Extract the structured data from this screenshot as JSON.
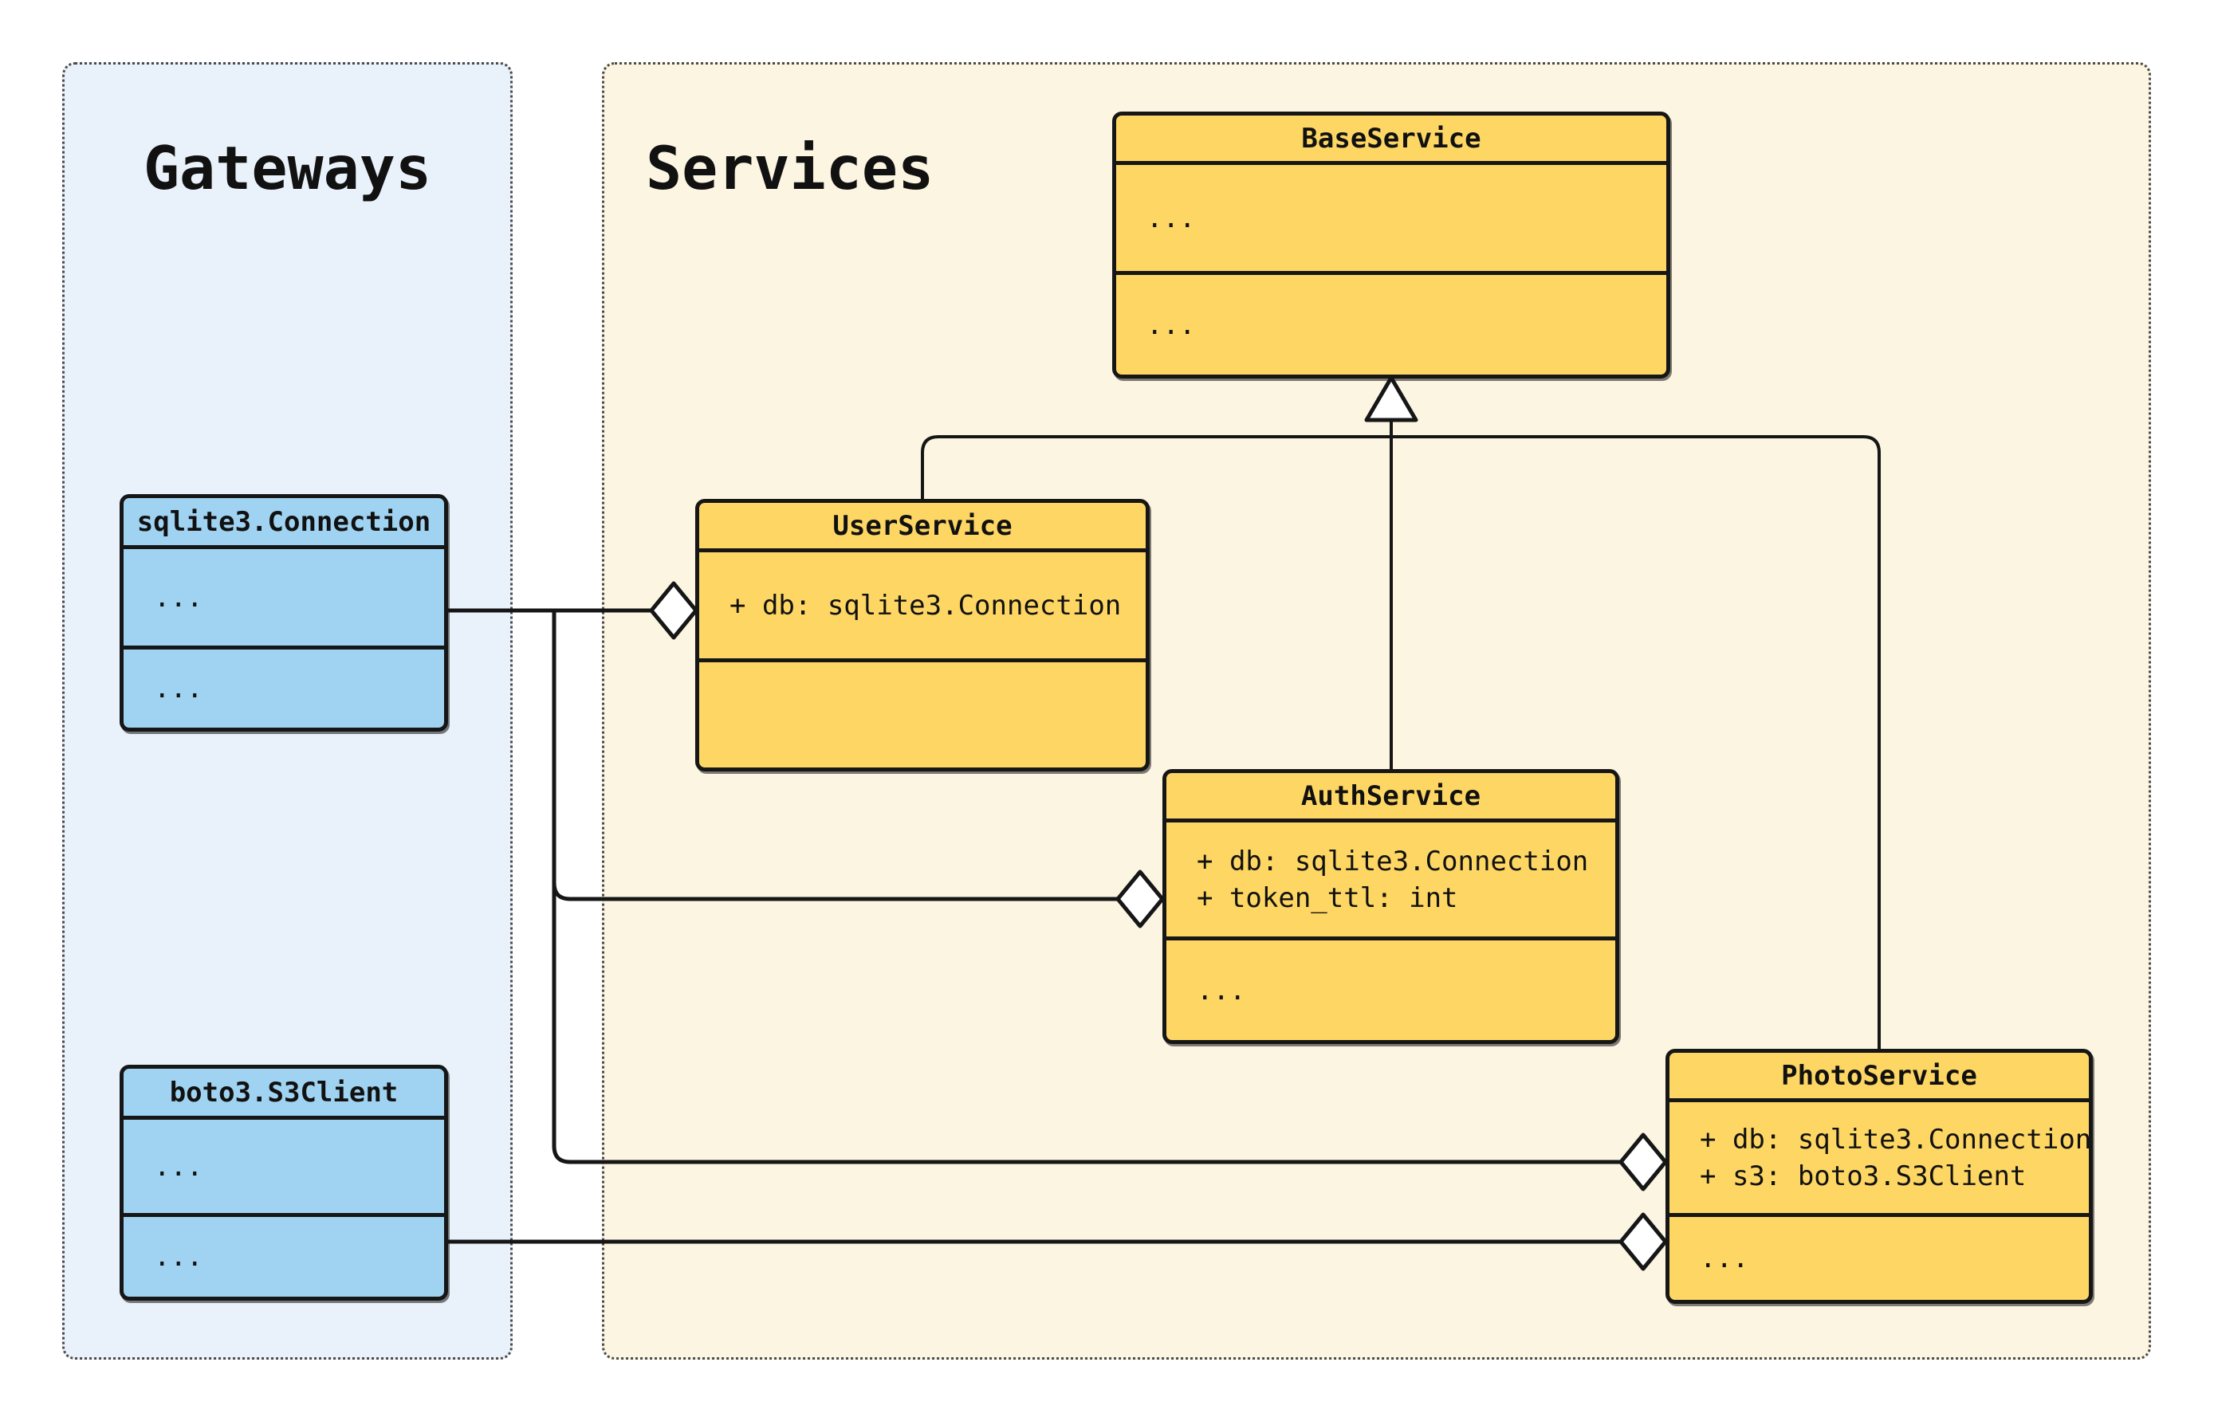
{
  "diagram_type": "uml-class-diagram",
  "palette": {
    "service_class_fill": "#fdd663",
    "gateway_class_fill": "#9fd3f1",
    "services_region_fill": "#fcf5e2",
    "gateways_region_fill": "#e9f1fb",
    "stroke": "#161616",
    "background": "#ffffff"
  },
  "regions": {
    "gateways": {
      "title": "Gateways"
    },
    "services": {
      "title": "Services"
    }
  },
  "classes": {
    "base": {
      "name": "BaseService",
      "attrs": [
        "..."
      ],
      "methods": [
        "..."
      ]
    },
    "user": {
      "name": "UserService",
      "attrs": [
        "+ db: sqlite3.Connection"
      ],
      "methods": []
    },
    "auth": {
      "name": "AuthService",
      "attrs": [
        "+ db: sqlite3.Connection",
        "+ token_ttl: int"
      ],
      "methods": [
        "..."
      ]
    },
    "photo": {
      "name": "PhotoService",
      "attrs": [
        "+ db: sqlite3.Connection",
        "+ s3: boto3.S3Client"
      ],
      "methods": [
        "..."
      ]
    },
    "sqlite": {
      "name": "sqlite3.Connection",
      "attrs": [
        "..."
      ],
      "methods": [
        "..."
      ]
    },
    "boto": {
      "name": "boto3.S3Client",
      "attrs": [
        "..."
      ],
      "methods": [
        "..."
      ]
    }
  },
  "relations": [
    {
      "type": "inheritance",
      "from": "UserService",
      "to": "BaseService"
    },
    {
      "type": "inheritance",
      "from": "AuthService",
      "to": "BaseService"
    },
    {
      "type": "inheritance",
      "from": "PhotoService",
      "to": "BaseService"
    },
    {
      "type": "aggregation",
      "from": "sqlite3.Connection",
      "to": "UserService",
      "member": "db"
    },
    {
      "type": "aggregation",
      "from": "sqlite3.Connection",
      "to": "AuthService",
      "member": "db"
    },
    {
      "type": "aggregation",
      "from": "sqlite3.Connection",
      "to": "PhotoService",
      "member": "db"
    },
    {
      "type": "aggregation",
      "from": "boto3.S3Client",
      "to": "PhotoService",
      "member": "s3"
    }
  ]
}
